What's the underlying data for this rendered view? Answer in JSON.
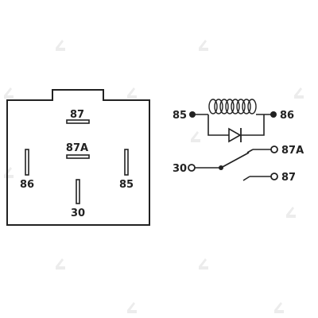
{
  "colors": {
    "ink": "#222222",
    "paper": "#ffffff",
    "watermark": "#e9e9e9"
  },
  "footprint": {
    "labels": {
      "pin87": "87",
      "pin87a": "87A",
      "pin86": "86",
      "pin85": "85",
      "pin30": "30"
    }
  },
  "schematic": {
    "labels": {
      "t85": "85",
      "t86": "86",
      "t87a": "87A",
      "t30": "30",
      "t87": "87"
    },
    "components": [
      "coil",
      "diode",
      "switch"
    ]
  }
}
